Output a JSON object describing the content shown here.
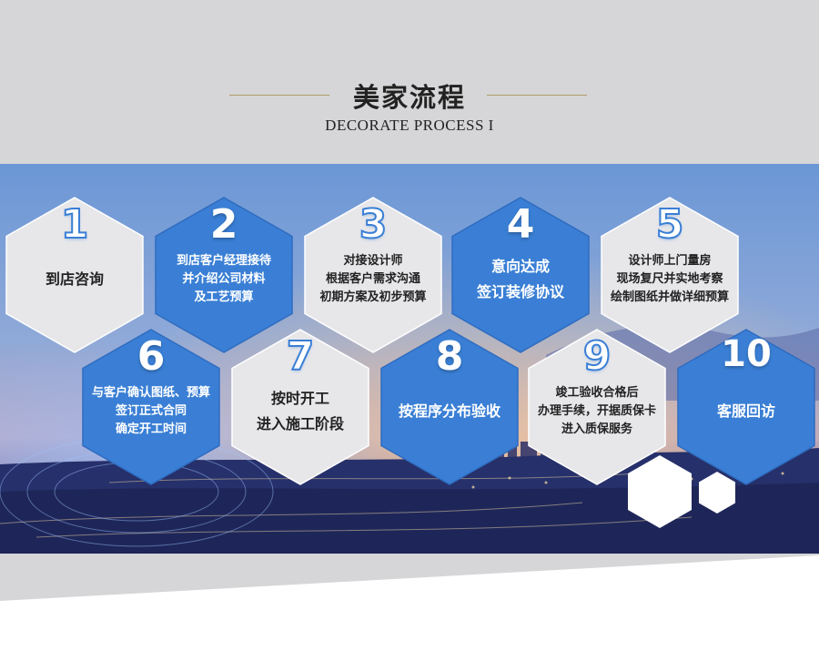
{
  "header": {
    "title": "美家流程",
    "subtitle": "DECORATE PROCESS I"
  },
  "colors": {
    "blue": "#3a7fd5",
    "gray": "#e7e7ea",
    "gold_rule": "#b09a6a",
    "page_gray": "#d6d6d8"
  },
  "steps": [
    {
      "number": "1",
      "text": "到店咨询",
      "style": "gray"
    },
    {
      "number": "2",
      "text": "到店客户经理接待\n并介绍公司材料\n及工艺预算",
      "style": "blue"
    },
    {
      "number": "3",
      "text": "对接设计师\n根据客户需求沟通\n初期方案及初步预算",
      "style": "gray"
    },
    {
      "number": "4",
      "text": "意向达成\n签订装修协议",
      "style": "blue"
    },
    {
      "number": "5",
      "text": "设计师上门量房\n现场复尺并实地考察\n绘制图纸并做详细预算",
      "style": "gray"
    },
    {
      "number": "6",
      "text": "与客户确认图纸、预算\n签订正式合同\n确定开工时间",
      "style": "blue"
    },
    {
      "number": "7",
      "text": "按时开工\n进入施工阶段",
      "style": "gray"
    },
    {
      "number": "8",
      "text": "按程序分布验收",
      "style": "blue"
    },
    {
      "number": "9",
      "text": "竣工验收合格后\n办理手续，开据质保卡\n进入质保服务",
      "style": "gray"
    },
    {
      "number": "10",
      "text": "客服回访",
      "style": "blue"
    }
  ]
}
